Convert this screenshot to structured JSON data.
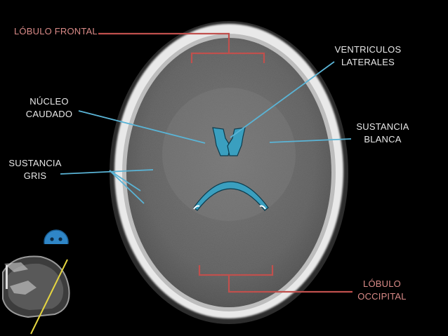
{
  "labels": {
    "lobulo_frontal": "LÓBULO FRONTAL",
    "ventriculos_line1": "VENTRICULOS",
    "ventriculos_line2": "LATERALES",
    "nucleo_line1": "NÚCLEO",
    "nucleo_line2": "CAUDADO",
    "sustancia_blanca_line1": "SUSTANCIA",
    "sustancia_blanca_line2": "BLANCA",
    "sustancia_gris_line1": "SUSTANCIA",
    "sustancia_gris_line2": "GRIS",
    "lobulo_occipital_line1": "LÓBULO",
    "lobulo_occipital_line2": "OCCIPITAL"
  },
  "icons": {
    "emoji": "sad-face-icon"
  },
  "colors": {
    "background": "#000000",
    "label_white": "#e8e8e8",
    "label_red": "#d98a87",
    "pointer_blue": "#5ab4d6",
    "bracket_red": "#c0504d",
    "ventricle_fill": "#3a9fbf",
    "emoji_fill": "#2f86c7"
  }
}
